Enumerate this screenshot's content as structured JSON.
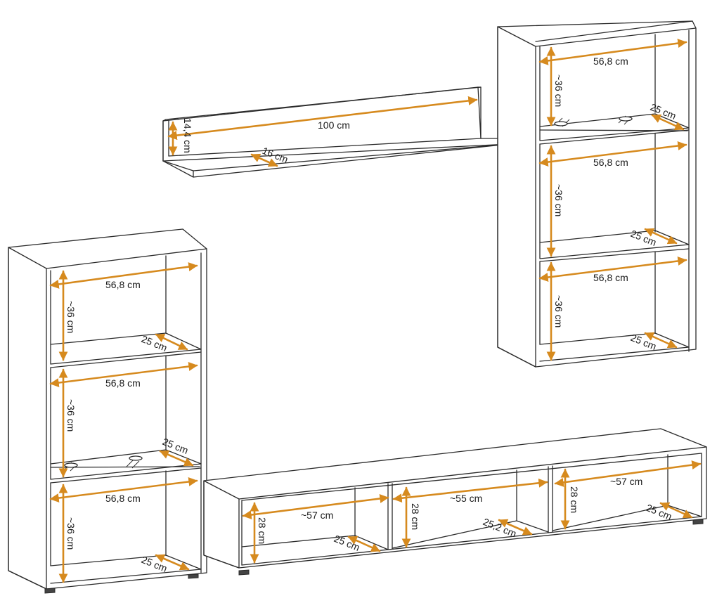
{
  "colors": {
    "dimension_arrow": "#d68a1e",
    "outline": "#2b2b2b",
    "background": "#ffffff"
  },
  "wall_shelf": {
    "width": "100 cm",
    "height": "14,4 cm",
    "depth": "16 cm"
  },
  "left_cabinet": {
    "compartment_width": "56,8 cm",
    "compartment_height": "~36 cm",
    "shelf_depth": "25 cm"
  },
  "right_cabinet": {
    "compartment_width": "56,8 cm",
    "compartment_height": "~36 cm",
    "shelf_depth": "25 cm"
  },
  "tv_stand": {
    "left_width": "~57 cm",
    "middle_width": "~55 cm",
    "right_width": "~57 cm",
    "height": "28 cm",
    "depth": "25 cm",
    "middle_depth": "25,2 cm"
  }
}
